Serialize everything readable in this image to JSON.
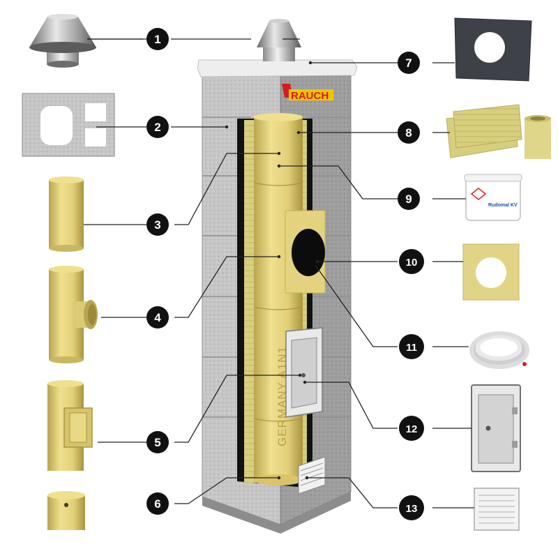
{
  "brand": "RAUCH",
  "pipe_marking": "GERMANY A1N1",
  "bucket_label": "Rudomal KV",
  "callouts": [
    {
      "label": "1",
      "part": "rain-cap"
    },
    {
      "label": "2",
      "part": "insulated-chimney-block"
    },
    {
      "label": "3",
      "part": "ceramic-flue-pipe"
    },
    {
      "label": "4",
      "part": "tee-connector"
    },
    {
      "label": "5",
      "part": "inspection-tee"
    },
    {
      "label": "6",
      "part": "condensate-trap"
    },
    {
      "label": "7",
      "part": "top-cover-plate"
    },
    {
      "label": "8",
      "part": "mineral-wool-insulation"
    },
    {
      "label": "9",
      "part": "acid-resistant-sealant"
    },
    {
      "label": "10",
      "part": "connection-plate"
    },
    {
      "label": "11",
      "part": "sealing-rope"
    },
    {
      "label": "12",
      "part": "cleanout-door"
    },
    {
      "label": "13",
      "part": "ventilation-grille"
    }
  ],
  "colors": {
    "block": "#c3c3c3",
    "block_shade": "#9c9c9c",
    "ceramic": "#e3d27c",
    "ceramic_shade": "#b6a54f",
    "steel": "#d7d7d7",
    "callout": "#111111",
    "brand_red": "#d61d1d",
    "brand_yellow": "#f2c400"
  }
}
